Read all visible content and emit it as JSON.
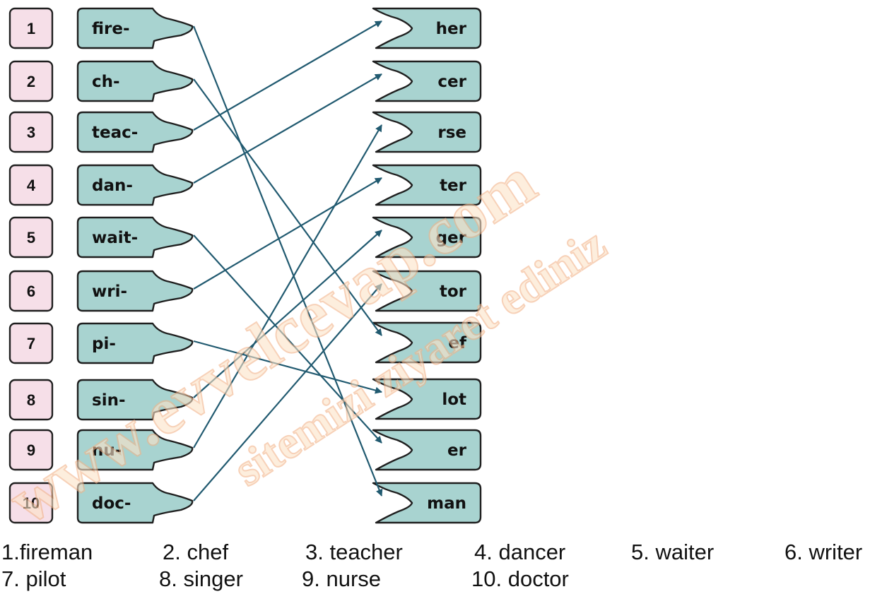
{
  "numbers": [
    "1",
    "2",
    "3",
    "4",
    "5",
    "6",
    "7",
    "8",
    "9",
    "10"
  ],
  "left_pieces": [
    "fire-",
    "ch-",
    "teac-",
    "dan-",
    "wait-",
    "wri-",
    "pi-",
    "sin-",
    "nu-",
    "doc-"
  ],
  "right_pieces": [
    "her",
    "cer",
    "rse",
    "ter",
    "ger",
    "tor",
    "ef",
    "lot",
    "er",
    "man"
  ],
  "connections": [
    {
      "from": "fire-",
      "to": "man"
    },
    {
      "from": "ch-",
      "to": "ef"
    },
    {
      "from": "teac-",
      "to": "her"
    },
    {
      "from": "dan-",
      "to": "cer"
    },
    {
      "from": "wait-",
      "to": "er"
    },
    {
      "from": "wri-",
      "to": "ter"
    },
    {
      "from": "pi-",
      "to": "lot"
    },
    {
      "from": "sin-",
      "to": "ger"
    },
    {
      "from": "nu-",
      "to": "rse"
    },
    {
      "from": "doc-",
      "to": "tor"
    }
  ],
  "arrow_color": "#215a70",
  "piece_color": "#a8d3d0",
  "number_box_color": "#f6dfe8",
  "watermark": {
    "line1": "www.evvelcevap.com",
    "line2": "sitemizi ziyaret ediniz"
  },
  "answers": {
    "row1": [
      "1.fireman",
      "2. chef",
      "3. teacher",
      "4. dancer",
      "5. waiter",
      "6. writer"
    ],
    "row2": [
      "7. pilot",
      "8. singer",
      "9. nurse",
      "10. doctor"
    ]
  }
}
